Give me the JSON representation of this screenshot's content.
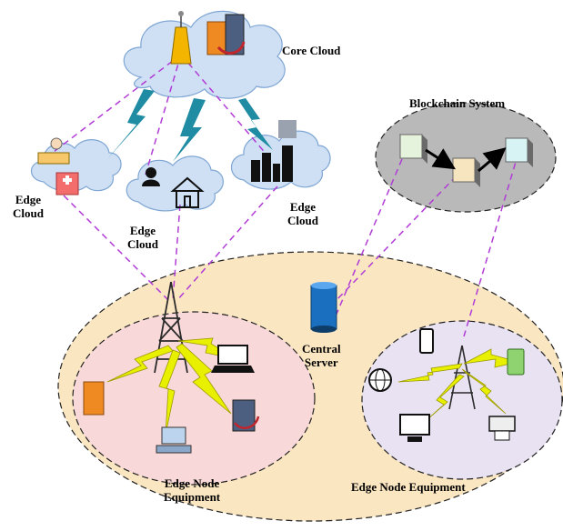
{
  "labels": {
    "core_cloud": "Core Cloud",
    "blockchain_system": "Blockchain System",
    "edge_cloud_left": [
      "Edge",
      "Cloud"
    ],
    "edge_cloud_middle": [
      "Edge",
      "Cloud"
    ],
    "edge_cloud_right": [
      "Edge",
      "Cloud"
    ],
    "central_server": [
      "Central",
      "Server"
    ],
    "edge_node_left": [
      "Edge Node",
      "Equipment"
    ],
    "edge_node_right": "Edge Node Equipment"
  },
  "colors": {
    "cloud_fill": "#cfe0f5",
    "cloud_stroke": "#7fa6d3",
    "link_dashed": "#b13cd6",
    "wireless_link": "#e8f000",
    "cloud_bolt": "#1f8ca3",
    "outer_region": "#fbe6c2",
    "left_region": "#f8d8d8",
    "right_region": "#e9e2f2",
    "blockchain_region": "#b9b9b9",
    "tower": "#2b2b2b"
  },
  "icons": [
    "tower-icon",
    "server-icon",
    "laptop-icon",
    "desktop-icon",
    "hospital-icon",
    "house-icon",
    "city-icon",
    "globe-icon",
    "phone-icon",
    "printer-icon",
    "block-icon"
  ]
}
